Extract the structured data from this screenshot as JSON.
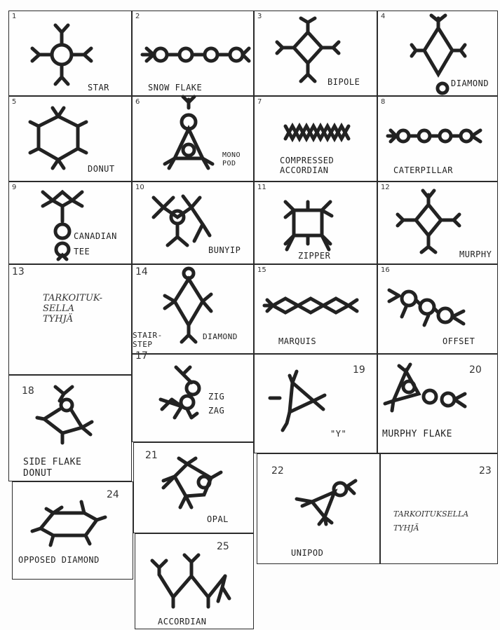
{
  "cells": [
    {
      "num": "1",
      "label": "STAR"
    },
    {
      "num": "2",
      "label": "SNOW FLAKE"
    },
    {
      "num": "3",
      "label": "BIPOLE"
    },
    {
      "num": "4",
      "label": "DIAMOND"
    },
    {
      "num": "5",
      "label": "DONUT"
    },
    {
      "num": "6",
      "label": "MONO\nPOD"
    },
    {
      "num": "7",
      "label": "COMPRESSED\nACCORDIAN"
    },
    {
      "num": "8",
      "label": "CATERPILLAR"
    },
    {
      "num": "9",
      "label": "CANADIAN\nTEE"
    },
    {
      "num": "10",
      "label": "BUNYIP"
    },
    {
      "num": "11",
      "label": "ZIPPER"
    },
    {
      "num": "12",
      "label": "MURPHY"
    },
    {
      "num": "13",
      "label": "TARKOITUK-\nSELLA\nTYHJÄ"
    },
    {
      "num": "14",
      "label": "STAIR-\nSTEP",
      "label2": "DIAMOND"
    },
    {
      "num": "15",
      "label": "MARQUIS"
    },
    {
      "num": "16",
      "label": "OFFSET"
    },
    {
      "num": "17",
      "label": "ZIG\nZAG"
    },
    {
      "num": "18",
      "label": "SIDE FLAKE\nDONUT"
    },
    {
      "num": "19",
      "label": "\"Y\""
    },
    {
      "num": "20",
      "label": "MURPHY FLAKE"
    },
    {
      "num": "21",
      "label": "OPAL"
    },
    {
      "num": "22",
      "label": "UNIPOD"
    },
    {
      "num": "23",
      "label": "TARKOITUKSELLA\nTYHJÄ"
    },
    {
      "num": "24",
      "label": "OPPOSED DIAMOND"
    },
    {
      "num": "25",
      "label": "ACCORDIAN"
    }
  ]
}
